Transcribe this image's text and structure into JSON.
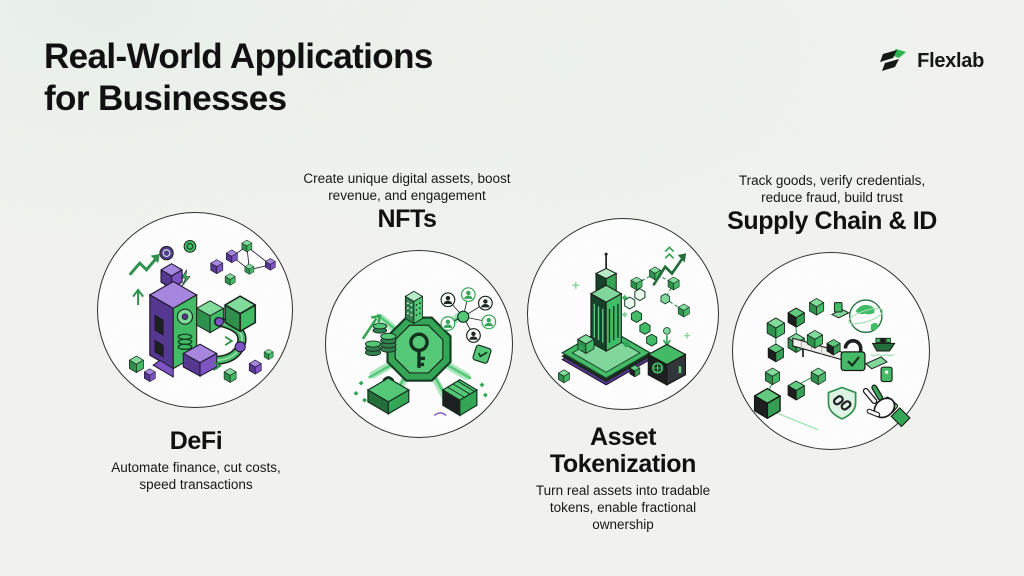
{
  "header": {
    "title_line1": "Real-World Applications",
    "title_line2": "for Businesses"
  },
  "brand": {
    "name": "Flexlab",
    "logo_icon": "flexlab-logo-icon"
  },
  "colors": {
    "green": "#3fbb63",
    "green_dark": "#1e6b37",
    "green_light": "#7fdd9b",
    "purple": "#7b50c4",
    "purple_dark": "#53338f",
    "ink": "#0c0d0c",
    "background": "#f3f4f1",
    "circle_fill": "#ffffff",
    "circle_border": "#262c28"
  },
  "applications": [
    {
      "id": "defi",
      "title_lines": [
        "DeFi"
      ],
      "description_lines": [
        "Automate finance, cut costs,",
        "speed transactions"
      ],
      "label_position": "below",
      "illustration": "defi-machine-illustration"
    },
    {
      "id": "nfts",
      "title_lines": [
        "NFTs"
      ],
      "description_lines": [
        "Create unique digital assets, boost",
        "revenue, and engagement"
      ],
      "label_position": "above",
      "illustration": "nft-key-shield-illustration"
    },
    {
      "id": "asset-tokenization",
      "title_lines": [
        "Asset",
        "Tokenization"
      ],
      "description_lines": [
        "Turn real assets into tradable",
        "tokens, enable fractional",
        "ownership"
      ],
      "label_position": "below",
      "illustration": "tokenized-building-vault-illustration"
    },
    {
      "id": "supply-chain-id",
      "title_lines": [
        "Supply Chain & ID"
      ],
      "description_lines": [
        "Track goods, verify credentials,",
        "reduce fraud, build trust"
      ],
      "label_position": "above",
      "illustration": "supply-chain-conveyor-illustration"
    }
  ]
}
